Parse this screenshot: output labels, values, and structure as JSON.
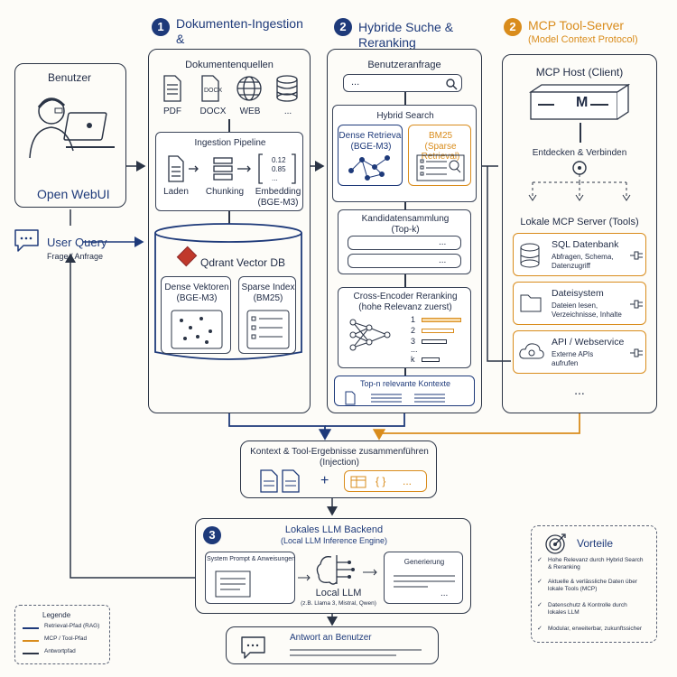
{
  "sections": {
    "s1": {
      "num": "1",
      "title": "Dokumenten-Ingestion &\nVektordatenbank"
    },
    "s2": {
      "num": "2",
      "title": "Hybride Suche & Reranking"
    },
    "s3": {
      "num": "2",
      "title": "MCP Tool-Server",
      "subtitle": "(Model Context Protocol)"
    },
    "s4": {
      "num": "3",
      "title": "Lokales LLM Backend",
      "subtitle": "(Local LLM Inference Engine)"
    }
  },
  "user": {
    "title": "Benutzer",
    "app": "Open WebUI",
    "query_title": "User Query",
    "query_sub": "Frage / Anfrage"
  },
  "ingestion": {
    "sources_title": "Dokumentenquellen",
    "sources": [
      "PDF",
      "DOCX",
      "WEB",
      "..."
    ],
    "pipeline_title": "Ingestion Pipeline",
    "steps": [
      "Laden",
      "Chunking",
      "Embedding\n(BGE-M3)"
    ],
    "embedding_values": [
      "0.12",
      "0.85",
      "..."
    ],
    "db_title": "Qdrant Vector DB",
    "dense_title": "Dense Vektoren\n(BGE-M3)",
    "sparse_title": "Sparse Index\n(BM25)"
  },
  "search": {
    "query_title": "Benutzeranfrage",
    "query_placeholder": "...",
    "hybrid_title": "Hybrid Search",
    "dense_title": "Dense Retrieval\n(BGE-M3)",
    "bm25_title": "BM25\n(Sparse Retrieval)",
    "candidates_title": "Kandidatensammlung\n(Top-k)",
    "reranking_title": "Cross-Encoder Reranking\n(hohe Relevanz zuerst)",
    "rank_labels": [
      "1",
      "2",
      "3",
      "...",
      "k"
    ],
    "topn_title": "Top-n relevante Kontexte",
    "ellipsis": "..."
  },
  "mcp": {
    "host_title": "MCP Host (Client)",
    "host_label": "M",
    "discover": "Entdecken & Verbinden",
    "servers_title": "Lokale MCP Server (Tools)",
    "tools": [
      {
        "title": "SQL Datenbank",
        "desc": "Abfragen, Schema,\nDatenzugriff"
      },
      {
        "title": "Dateisystem",
        "desc": "Dateien lesen,\nVerzeichnisse, Inhalte"
      },
      {
        "title": "API / Webservice",
        "desc": "Externe APIs\naufrufen"
      }
    ],
    "more": "..."
  },
  "merge": {
    "title": "Kontext & Tool-Ergebnisse zusammenführen\n(Injection)",
    "plus": "+",
    "braces": "{ }",
    "ellipsis": "..."
  },
  "llm": {
    "system_prompt": "System Prompt & Anweisungen",
    "local_llm": "Local LLM",
    "local_llm_sub": "(z.B. Llama 3, Mistral, Qwen)",
    "generation": "Generierung",
    "ellipsis": "..."
  },
  "answer": {
    "title": "Antwort an Benutzer"
  },
  "legend": {
    "title": "Legende",
    "items": [
      {
        "label": "Retrieval-Pfad (RAG)",
        "color": "#1e3a7a"
      },
      {
        "label": "MCP / Tool-Pfad",
        "color": "#d98c1c"
      },
      {
        "label": "Antwortpfad",
        "color": "#2b3445"
      }
    ]
  },
  "advantages": {
    "title": "Vorteile",
    "items": [
      "Hohe Relevanz durch Hybrid Search\n& Reranking",
      "Aktuelle & verlässliche Daten über\nlokale Tools (MCP)",
      "Datenschutz & Kontrolle durch\nlokales LLM",
      "Modular, erweiterbar, zukunftssicher"
    ]
  },
  "colors": {
    "blue": "#1e3a7a",
    "orange": "#d98c1c",
    "ink": "#2b3445"
  }
}
